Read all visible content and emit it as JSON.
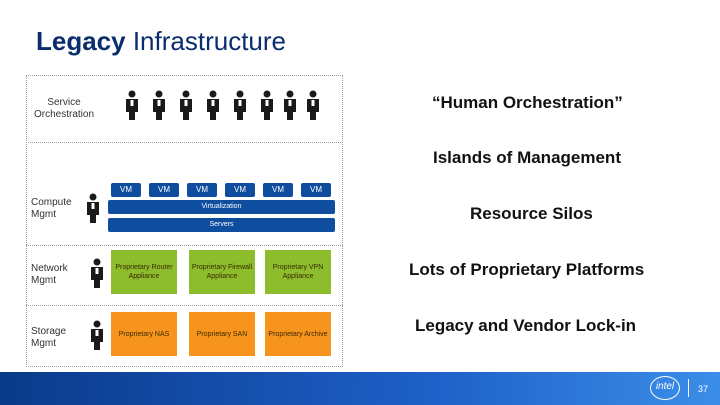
{
  "slide": {
    "title_bold": "Legacy",
    "title_rest": " Infrastructure",
    "page_number": "37"
  },
  "rows": {
    "service": "Service Orchestration",
    "compute": "Compute Mgmt",
    "network": "Network Mgmt",
    "storage": "Storage Mgmt"
  },
  "compute": {
    "vms": [
      "VM",
      "VM",
      "VM",
      "VM",
      "VM",
      "VM"
    ],
    "virtualization": "Virtualization",
    "servers": "Servers"
  },
  "network": {
    "router": "Proprietary Router Appliance",
    "firewall": "Proprietary Firewall Appliance",
    "vpn": "Proprietary VPN Appliance"
  },
  "storage": {
    "nas": "Proprietary NAS",
    "san": "Proprietary SAN",
    "archive": "Proprietary Archive"
  },
  "callouts": {
    "human": "“Human Orchestration”",
    "islands": "Islands of Management",
    "silos": "Resource Silos",
    "platforms": "Lots of Proprietary Platforms",
    "lockin": "Legacy and Vendor Lock-in"
  },
  "logo": {
    "brand": "intel"
  },
  "colors": {
    "dark_blue": "#0f4d9e",
    "green": "#8dbc2c",
    "orange": "#f7941d"
  }
}
